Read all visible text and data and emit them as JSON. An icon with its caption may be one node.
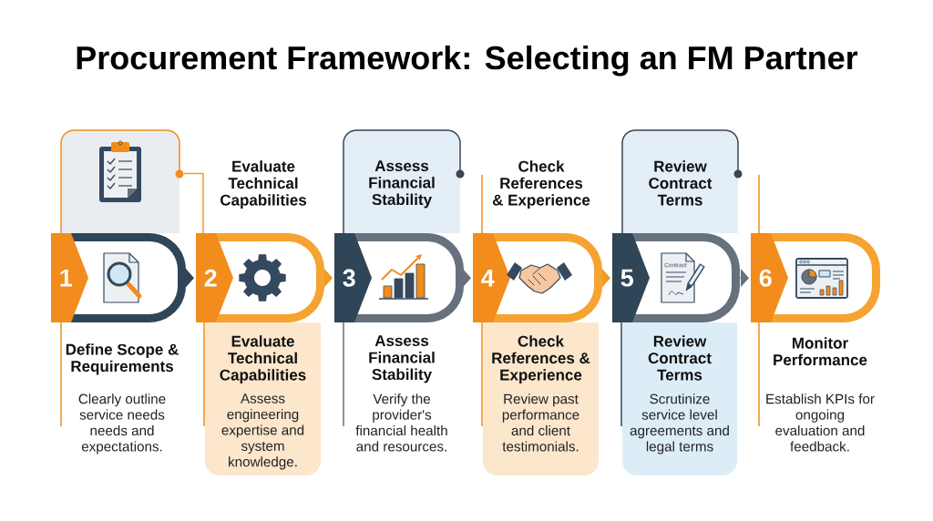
{
  "diagram": {
    "title": "Procurement Framework: Selecting an FM Partner",
    "nodes": [
      {
        "text": [],
        "shape": "picture"
      },
      {
        "text": [
          "1"
        ],
        "beside": [
          "Define Scope & Requirements",
          "Clearly outline service needs needs and expectations."
        ]
      },
      {
        "text": [
          "2"
        ],
        "beside": [
          "Evaluate Technical Capabilities"
        ]
      },
      {
        "text": [
          "Evaluate Technical Capabilities",
          "Assess engineering expertise and system knowledge."
        ]
      },
      {
        "text": [
          "Assess Financial Stability"
        ]
      },
      {
        "text": [
          "3"
        ],
        "beside": [
          "Assess Financial Stability",
          "Verify the provider's financial health and resources."
        ]
      },
      {
        "text": [
          "4"
        ],
        "beside": [
          "Check References & Experience"
        ]
      },
      {
        "text": [
          "Check References & Experience",
          "Review past performance and client testimonials."
        ]
      },
      {
        "text": [
          "Review Contract Terms"
        ]
      },
      {
        "text": [
          "5"
        ]
      },
      {
        "text": [
          "Review Contract Terms",
          "Scrutinize service level agreements and legal terms"
        ]
      },
      {
        "text": [
          "6"
        ],
        "beside": [
          "Monitor Performance",
          "Establish KPIs for ongoing evaluation and feedback."
        ]
      }
    ],
    "edges": [
      {
        "from": 1,
        "to": 2,
        "arrow": "to",
        "color": "#2f4558"
      },
      {
        "from": 2,
        "to": 5,
        "arrow": "to"
      },
      {
        "from": 5,
        "to": 6,
        "arrow": "to",
        "color": "#66717d"
      },
      {
        "from": 6,
        "to": 9,
        "arrow": "to"
      },
      {
        "from": 9,
        "to": 11,
        "arrow": "to",
        "color": "#66717d"
      },
      {
        "from": 0,
        "to": 2,
        "arrow": "none",
        "color": "#f39a24"
      }
    ],
    "labels": [
      "Contract"
    ]
  }
}
